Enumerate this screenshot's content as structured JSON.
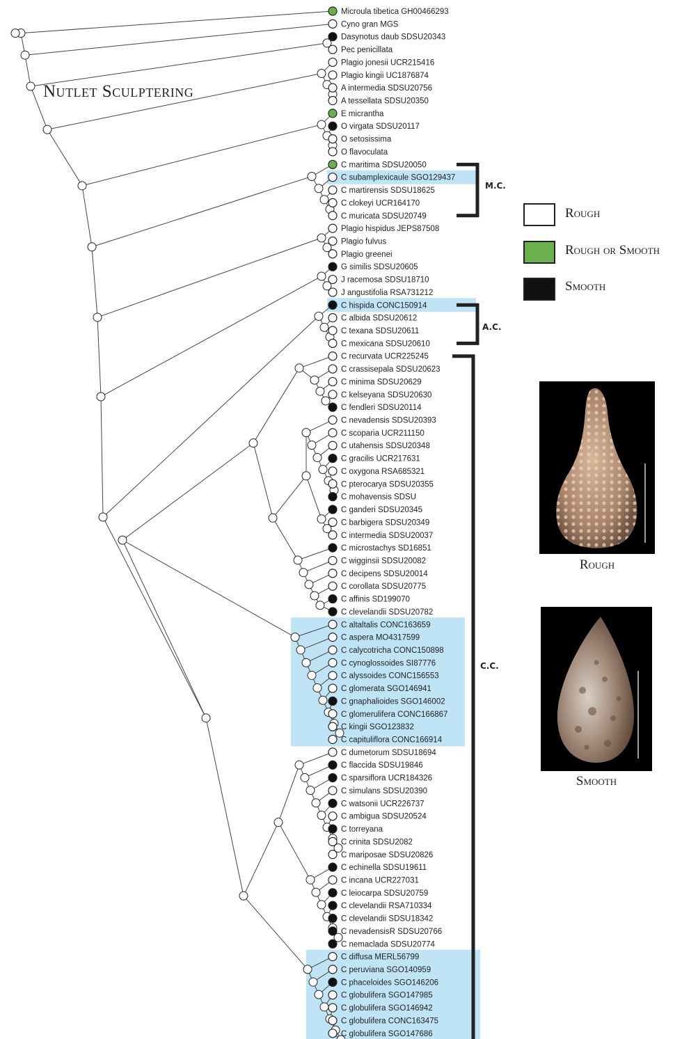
{
  "title": "Nutlet Sculptering",
  "colors": {
    "rough": "#ffffff",
    "rough_or_smooth": "#6ab04c",
    "smooth": "#111111",
    "highlight": "#bfe4f6"
  },
  "legend": [
    {
      "label": "Rough",
      "state": "rough"
    },
    {
      "label": "Rough or Smooth",
      "state": "rough_or_smooth"
    },
    {
      "label": "Smooth",
      "state": "smooth"
    }
  ],
  "photos": {
    "rough_caption": "Rough",
    "smooth_caption": "Smooth"
  },
  "brackets": [
    {
      "label": "M.C.",
      "from": 12,
      "to": 16
    },
    {
      "label": "A.C.",
      "from": 23,
      "to": 26
    },
    {
      "label": "C.C.",
      "from": 27,
      "to": 81
    }
  ],
  "highlights": [
    {
      "from": 13,
      "to": 13
    },
    {
      "from": 23,
      "to": 23
    },
    {
      "from": 48,
      "to": 57
    },
    {
      "from": 74,
      "to": 81
    }
  ],
  "taxa": [
    {
      "name": "Microula tibetica GH00466293",
      "state": "rough_or_smooth"
    },
    {
      "name": "Cyno gran MGS",
      "state": "rough"
    },
    {
      "name": "Dasynotus daub SDSU20343",
      "state": "smooth"
    },
    {
      "name": "Pec penicillata",
      "state": "rough"
    },
    {
      "name": "Plagio jonesii UCR215416",
      "state": "rough"
    },
    {
      "name": "Plagio kingii UC1876874",
      "state": "rough"
    },
    {
      "name": "A intermedia SDSU20756",
      "state": "rough"
    },
    {
      "name": "A tessellata SDSU20350",
      "state": "rough"
    },
    {
      "name": "E micrantha",
      "state": "rough_or_smooth"
    },
    {
      "name": "O virgata SDSU20117",
      "state": "smooth"
    },
    {
      "name": "O setosissima",
      "state": "rough"
    },
    {
      "name": "O flavoculata",
      "state": "rough"
    },
    {
      "name": "C maritima SDSU20050",
      "state": "rough_or_smooth"
    },
    {
      "name": "C subamplexicaule SGO129437",
      "state": "rough"
    },
    {
      "name": "C martirensis SDSU18625",
      "state": "rough"
    },
    {
      "name": "C clokeyi UCR164170",
      "state": "rough"
    },
    {
      "name": "C muricata SDSU20749",
      "state": "rough"
    },
    {
      "name": "Plagio hispidus JEPS87508",
      "state": "rough"
    },
    {
      "name": "Plagio fulvus",
      "state": "rough"
    },
    {
      "name": "Plagio greenei",
      "state": "rough"
    },
    {
      "name": "G similis SDSU20605",
      "state": "smooth"
    },
    {
      "name": "J racemosa SDSU18710",
      "state": "rough"
    },
    {
      "name": "J angustifolia RSA731212",
      "state": "rough"
    },
    {
      "name": "C hispida CONC150914",
      "state": "smooth"
    },
    {
      "name": "C albida SDSU20612",
      "state": "rough"
    },
    {
      "name": "C texana SDSU20611",
      "state": "rough"
    },
    {
      "name": "C mexicana SDSU20610",
      "state": "rough"
    },
    {
      "name": "C recurvata UCR225245",
      "state": "rough"
    },
    {
      "name": "C crassisepala SDSU20623",
      "state": "rough"
    },
    {
      "name": "C minima SDSU20629",
      "state": "rough"
    },
    {
      "name": "C kelseyana SDSU20630",
      "state": "rough"
    },
    {
      "name": "C fendleri SDSU20114",
      "state": "smooth"
    },
    {
      "name": "C nevadensis SDSU20393",
      "state": "rough"
    },
    {
      "name": "C scoparia UCR211150",
      "state": "rough"
    },
    {
      "name": "C utahensis SDSU20348",
      "state": "rough"
    },
    {
      "name": "C gracilis UCR217631",
      "state": "smooth"
    },
    {
      "name": "C oxygona RSA685321",
      "state": "rough"
    },
    {
      "name": "C pterocarya SDSU20355",
      "state": "rough"
    },
    {
      "name": "C mohavensis SDSU",
      "state": "smooth"
    },
    {
      "name": "C ganderi SDSU20345",
      "state": "smooth"
    },
    {
      "name": "C barbigera SDSU20349",
      "state": "rough"
    },
    {
      "name": "C intermedia SDSU20037",
      "state": "rough"
    },
    {
      "name": "C microstachys SD16851",
      "state": "smooth"
    },
    {
      "name": "C wigginsii SDSU20082",
      "state": "rough"
    },
    {
      "name": "C decipens SDSU20014",
      "state": "rough"
    },
    {
      "name": "C corollata SDSU20775",
      "state": "rough"
    },
    {
      "name": "C affinis SD199070",
      "state": "smooth"
    },
    {
      "name": "C clevelandii SDSU20782",
      "state": "smooth"
    },
    {
      "name": "C altaltalis CONC163659",
      "state": "rough"
    },
    {
      "name": "C aspera MO4317599",
      "state": "rough"
    },
    {
      "name": "C calycotricha CONC150898",
      "state": "rough"
    },
    {
      "name": "C cynoglossoides SI87776",
      "state": "rough"
    },
    {
      "name": "C alyssoides CONC156553",
      "state": "rough"
    },
    {
      "name": "C glomerata SGO146941",
      "state": "rough"
    },
    {
      "name": "C gnaphalioides SGO146002",
      "state": "smooth"
    },
    {
      "name": "C glomerulifera CONC166867",
      "state": "rough"
    },
    {
      "name": "C kingii SGO123832",
      "state": "rough"
    },
    {
      "name": "C capituliflora CONC166914",
      "state": "rough"
    },
    {
      "name": "C dumetorum SDSU18694",
      "state": "rough"
    },
    {
      "name": "C flaccida SDSU19846",
      "state": "smooth"
    },
    {
      "name": "C sparsiflora UCR184326",
      "state": "smooth"
    },
    {
      "name": "C simulans SDSU20390",
      "state": "rough"
    },
    {
      "name": "C watsonii UCR226737",
      "state": "smooth"
    },
    {
      "name": "C ambigua SDSU20524",
      "state": "rough"
    },
    {
      "name": "C torreyana",
      "state": "smooth"
    },
    {
      "name": "C crinita SDSU2082",
      "state": "rough"
    },
    {
      "name": "C mariposae SDSU20826",
      "state": "rough"
    },
    {
      "name": "C echinella SDSU19611",
      "state": "smooth"
    },
    {
      "name": "C incana UCR227031",
      "state": "rough"
    },
    {
      "name": "C leiocarpa SDSU20759",
      "state": "smooth"
    },
    {
      "name": "C clevelandii RSA710334",
      "state": "smooth"
    },
    {
      "name": "C clevelandii SDSU18342",
      "state": "smooth"
    },
    {
      "name": "C nevadensisR SDSU20766",
      "state": "smooth"
    },
    {
      "name": "C nemaclada SDSU20774",
      "state": "smooth"
    },
    {
      "name": "C diffusa MERL56799",
      "state": "rough"
    },
    {
      "name": "C peruviana SGO140959",
      "state": "rough"
    },
    {
      "name": "C phaceloides SGO146206",
      "state": "smooth"
    },
    {
      "name": "C globulifera SGO147985",
      "state": "rough"
    },
    {
      "name": "C globulifera SGO146942",
      "state": "rough"
    },
    {
      "name": "C globulifera CONC163475",
      "state": "rough"
    },
    {
      "name": "C globulifera SGO147686",
      "state": "rough"
    }
  ]
}
